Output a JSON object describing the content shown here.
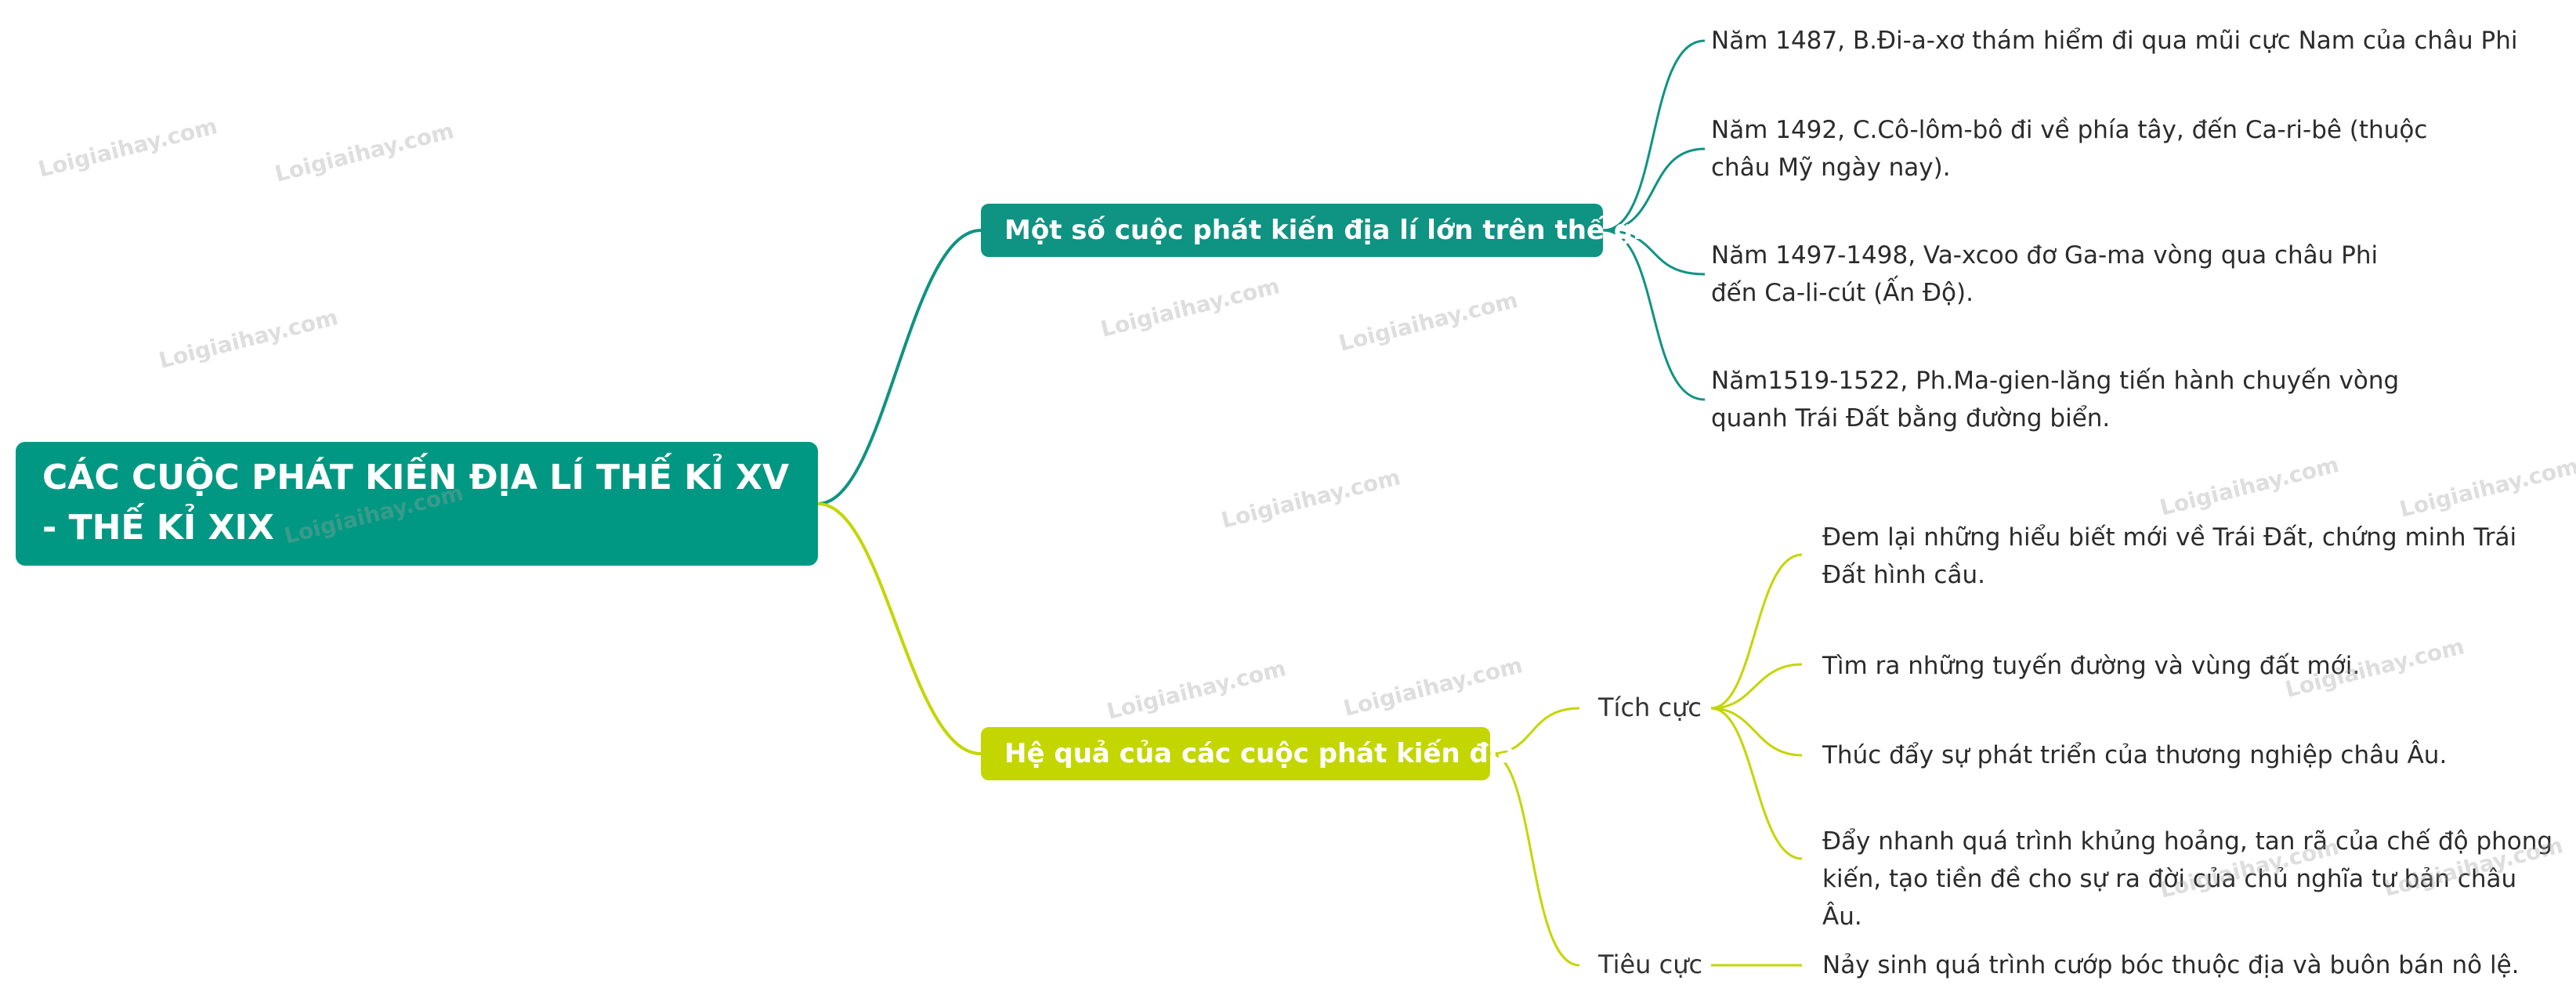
{
  "root": {
    "label": "CÁC CUỘC PHÁT KIẾN ĐỊA LÍ THẾ KỈ XV - THẾ KỈ XIX"
  },
  "branch1": {
    "label": "Một số cuộc phát kiến địa lí lớn trên thế giới",
    "items": [
      "Năm 1487, B.Đi-a-xơ thám hiểm đi qua mũi cực Nam của châu Phi",
      "Năm 1492, C.Cô-lôm-bô đi về phía tây, đến Ca-ri-bê (thuộc châu Mỹ ngày nay).",
      "Năm 1497-1498, Va-xcoo đơ Ga-ma vòng qua châu Phi đến Ca-li-cút (Ấn Độ).",
      "Năm1519-1522, Ph.Ma-gien-lăng tiến hành chuyến vòng quanh Trái Đất bằng đường biển."
    ]
  },
  "branch2": {
    "label": "Hệ quả của các cuộc phát kiến địa lí",
    "positive": {
      "label": "Tích cực",
      "items": [
        "Đem lại những hiểu biết mới về Trái Đất, chứng minh Trái Đất hình cầu.",
        "Tìm ra những tuyến đường và vùng đất mới.",
        "Thúc đẩy sự phát triển của thương nghiệp châu Âu.",
        "Đẩy nhanh quá trình khủng hoảng, tan rã của chế độ phong kiến, tạo tiền đề cho sự ra đời của chủ nghĩa tư bản châu Âu."
      ]
    },
    "negative": {
      "label": "Tiêu cực",
      "items": [
        "Nảy sinh quá trình cướp bóc thuộc địa và buôn bán nô lệ."
      ]
    }
  },
  "watermark": "Loigiaihay.com",
  "colors": {
    "teal": "#009882",
    "lime": "#c4d600"
  }
}
